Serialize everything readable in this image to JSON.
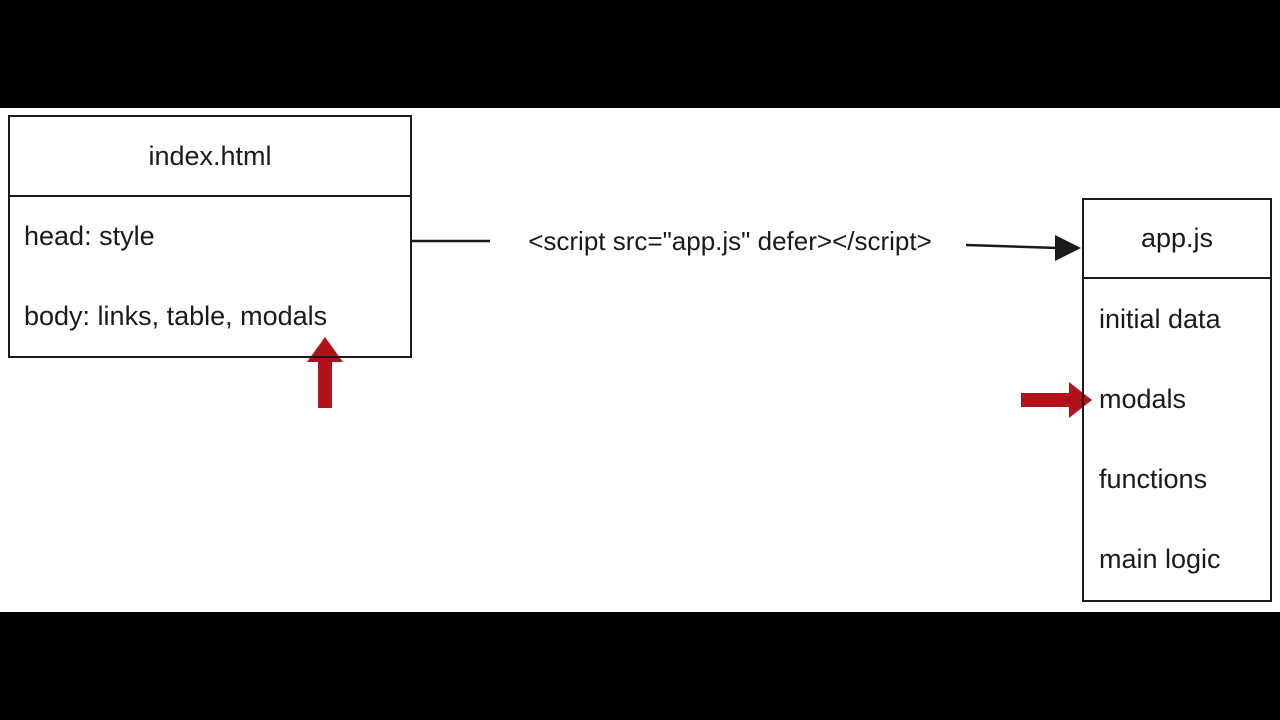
{
  "frame": {
    "letterbox_color": "#000000",
    "canvas_color": "#ffffff"
  },
  "colors": {
    "outline": "#1a1a1a",
    "text": "#1a1a1a",
    "highlight_arrow": "#b2121a"
  },
  "left_box": {
    "title": "index.html",
    "rows": [
      "head: style",
      "body: links, table, modals"
    ]
  },
  "connector": {
    "label": "<script src=\"app.js\" defer></script>"
  },
  "right_box": {
    "title": "app.js",
    "rows": [
      "initial data",
      "modals",
      "functions",
      "main logic"
    ]
  },
  "annotations": {
    "up_arrow_target": "modals",
    "right_arrow_target": "modals"
  }
}
